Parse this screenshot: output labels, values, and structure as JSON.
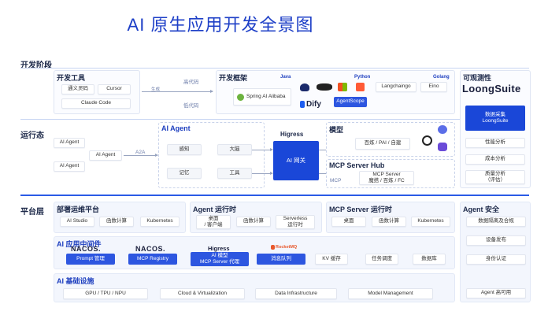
{
  "title": "AI 原生应用开发全景图",
  "rows": {
    "dev": "开发阶段",
    "runtime": "运行态",
    "platform": "平台层"
  },
  "dev_tools": {
    "title": "开发工具",
    "items": [
      "通义灵码",
      "Cursor",
      "Claude Code"
    ]
  },
  "code_labels": {
    "high": "高代码",
    "low": "低代码",
    "gen": "生成"
  },
  "frameworks": {
    "title": "开发框架",
    "java": "Java",
    "python": "Python",
    "golang": "Golang",
    "spring": "Spring AI Alibaba",
    "dify": "Dify",
    "agentscope": "AgentScope",
    "langchaingo": "Langchaingo",
    "eino": "Eino"
  },
  "observability": {
    "title": "可观测性",
    "logo": "LoongSuite",
    "collect": "数据采集\nLoongSuite",
    "items": [
      "性能分析",
      "成本分析",
      "质量分析\n（评估）"
    ]
  },
  "agents": {
    "left": [
      "AI Agent",
      "AI Agent",
      "AI Agent"
    ],
    "a2a": "A2A",
    "title": "AI Agent",
    "cells": [
      "感知",
      "大脑",
      "记忆",
      "工具"
    ]
  },
  "gateway": {
    "logo": "Higress",
    "label": "AI 网关"
  },
  "model": {
    "title": "模型",
    "providers": "百炼 / PAI / 自建"
  },
  "mcp_hub": {
    "title": "MCP Server Hub",
    "mcp": "MCP",
    "server": "MCP Server\n魔搭 / 百炼 / FC"
  },
  "ops": {
    "title": "部署运维平台",
    "items": [
      "AI Studio",
      "函数计算",
      "Kubernetes"
    ]
  },
  "agent_runtime": {
    "title": "Agent 运行时",
    "items": [
      "桌面\n/ 客户端",
      "函数计算",
      "Serverless\n运行时"
    ]
  },
  "mcp_runtime": {
    "title": "MCP Server 运行时",
    "items": [
      "桌面",
      "函数计算",
      "Kubernetes"
    ]
  },
  "security": {
    "title": "Agent 安全",
    "items": [
      "数据隔离及合规",
      "设备发布",
      "身份认证"
    ]
  },
  "middleware": {
    "title": "AI 应用中间件",
    "nacos1": "NACOS.",
    "nacos2": "NACOS.",
    "higress": "Higress",
    "rocketmq": "RocketMQ",
    "items": [
      "Prompt 管理",
      "MCP Registry",
      "AI 模型\nMCP Server 代理",
      "消息队列",
      "KV 缓存",
      "任务调度",
      "数据库"
    ]
  },
  "infra": {
    "title": "AI 基础设施",
    "items": [
      "GPU / TPU / NPU",
      "Cloud & Virtualization",
      "Data Infrastructure",
      "Model Management"
    ],
    "ha": "Agent 高可用"
  },
  "colors": {
    "accent": "#2d56e0",
    "title": "#1d3fc7"
  }
}
